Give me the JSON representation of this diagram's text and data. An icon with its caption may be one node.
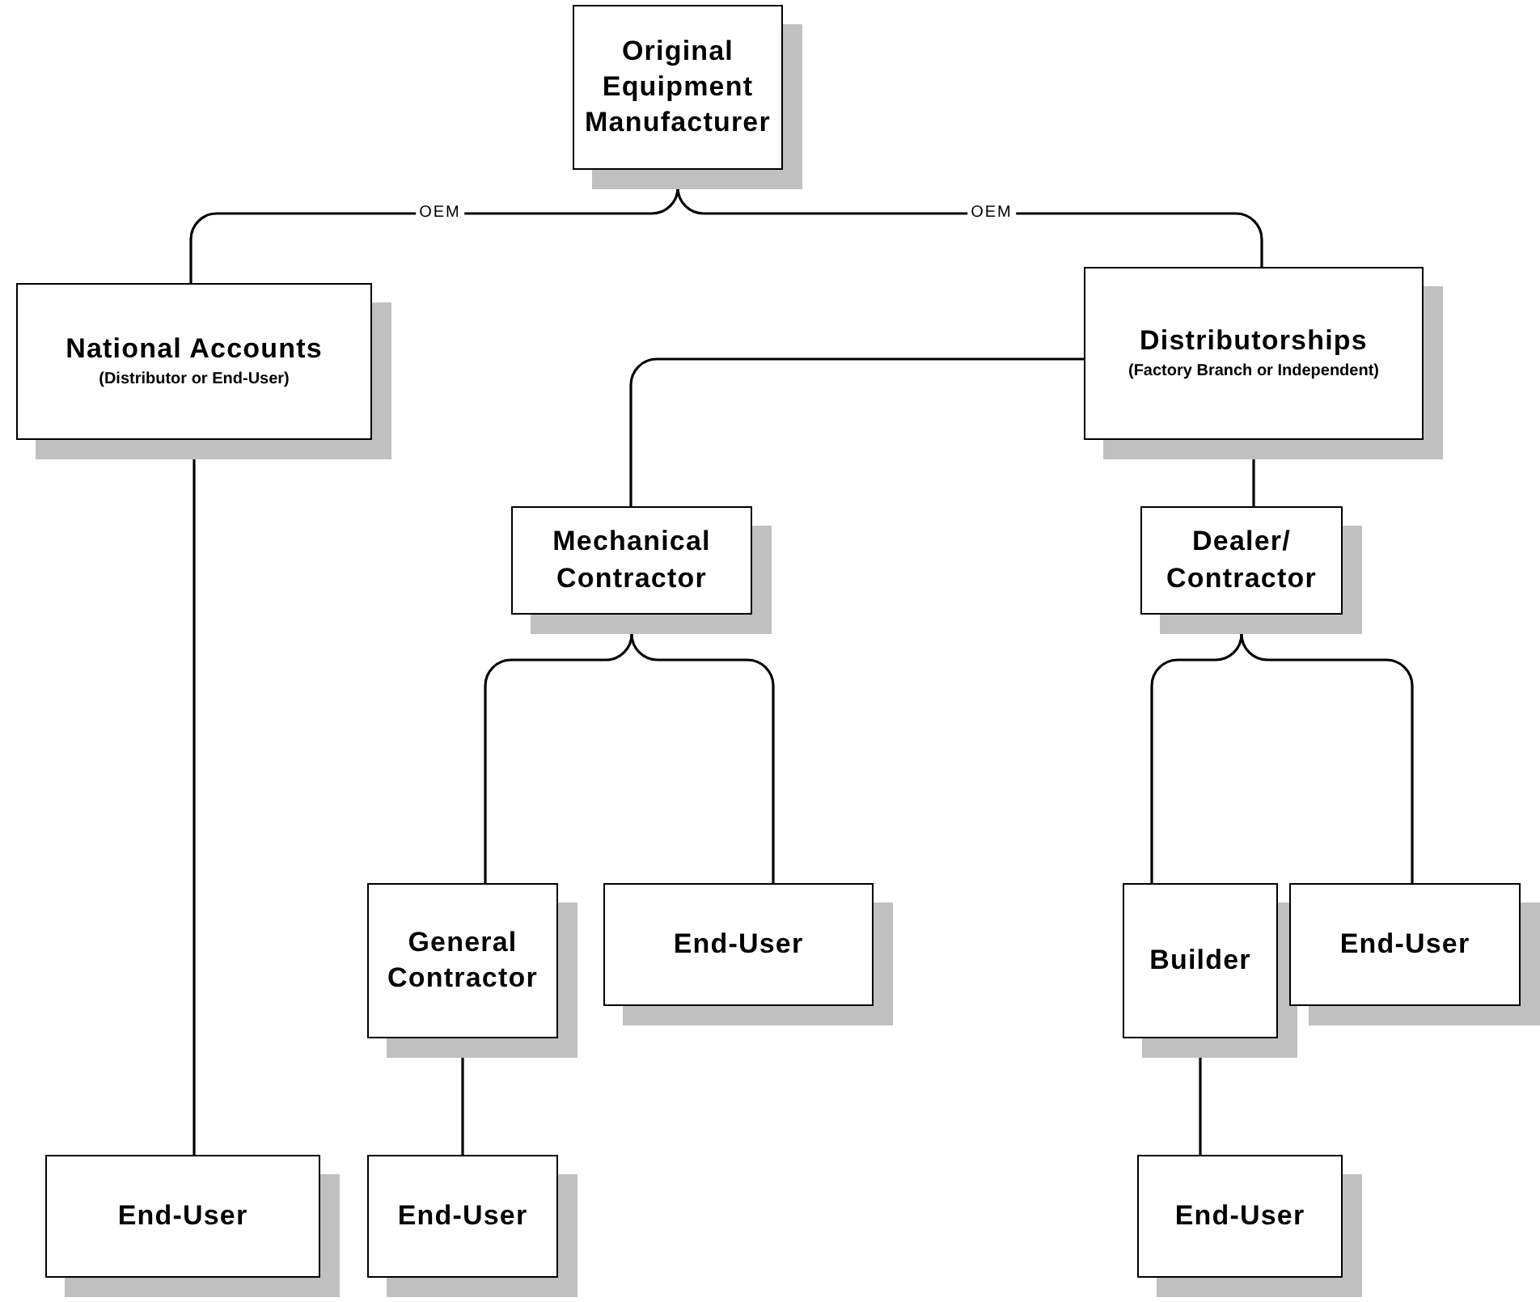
{
  "diagram": {
    "nodes": [
      {
        "text": [
          "Original Equipment Manufacturer"
        ]
      },
      {
        "text": [
          "National Accounts",
          "(Distributor or End-User)"
        ]
      },
      {
        "text": [
          "Distributorships",
          "(Factory Branch or Independent)"
        ]
      },
      {
        "text": [
          "Mechanical Contractor"
        ]
      },
      {
        "text": [
          "Dealer/ Contractor"
        ]
      },
      {
        "text": [
          "General Contractor"
        ]
      },
      {
        "text": [
          "End-User"
        ]
      },
      {
        "text": [
          "Builder"
        ]
      },
      {
        "text": [
          "End-User"
        ]
      },
      {
        "text": [
          "End-User"
        ]
      },
      {
        "text": [
          "End-User"
        ]
      },
      {
        "text": [
          "End-User"
        ]
      }
    ],
    "edges": [
      {
        "from": 0,
        "to": 1,
        "arrow": "none",
        "label": "OEM"
      },
      {
        "from": 0,
        "to": 2,
        "arrow": "none",
        "label": "OEM"
      },
      {
        "from": 2,
        "to": 3,
        "arrow": "none"
      },
      {
        "from": 2,
        "to": 4,
        "arrow": "none"
      },
      {
        "from": 3,
        "to": 5,
        "arrow": "none"
      },
      {
        "from": 3,
        "to": 6,
        "arrow": "none"
      },
      {
        "from": 4,
        "to": 7,
        "arrow": "none"
      },
      {
        "from": 4,
        "to": 8,
        "arrow": "none"
      },
      {
        "from": 1,
        "to": 9,
        "arrow": "none"
      },
      {
        "from": 5,
        "to": 10,
        "arrow": "none"
      },
      {
        "from": 7,
        "to": 11,
        "arrow": "none"
      }
    ]
  }
}
